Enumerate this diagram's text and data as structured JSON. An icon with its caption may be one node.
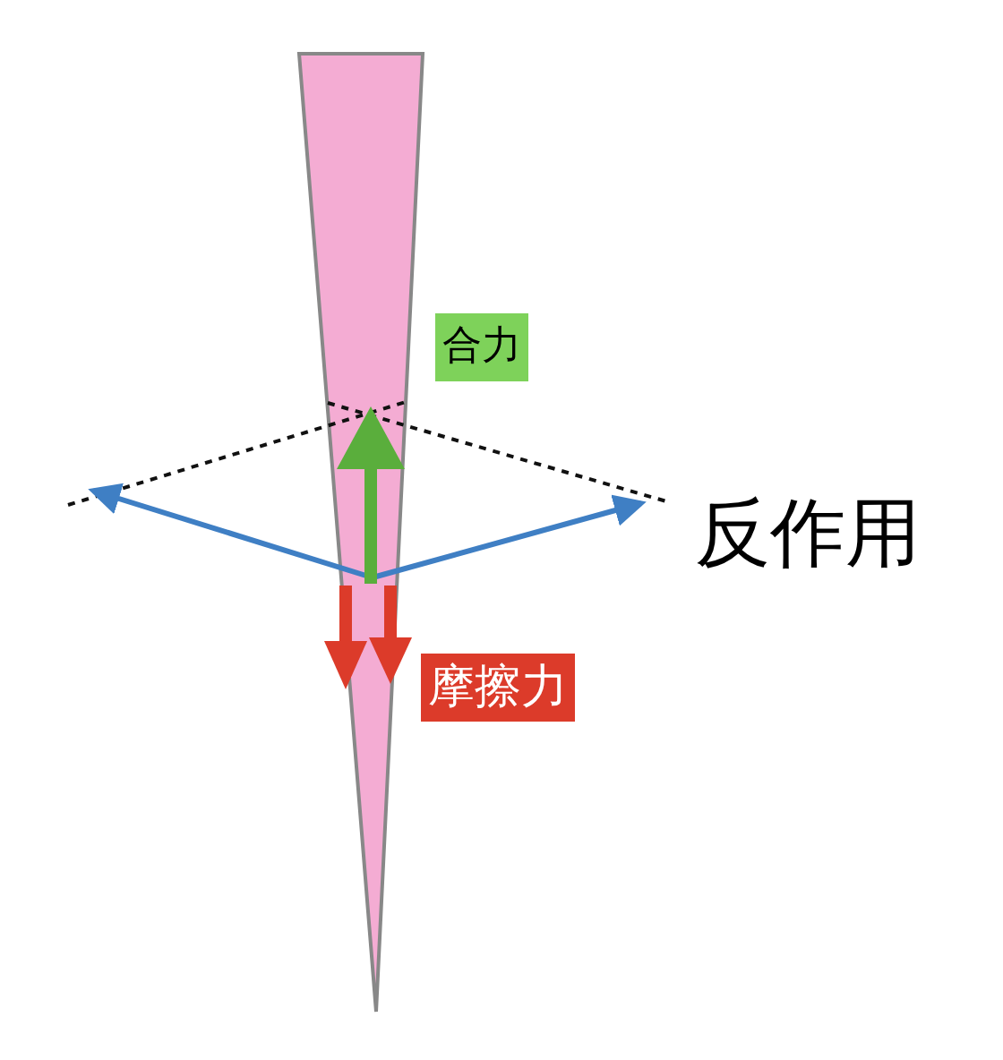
{
  "diagram": {
    "labels": [
      "合力",
      "反作用",
      "摩擦力"
    ]
  }
}
